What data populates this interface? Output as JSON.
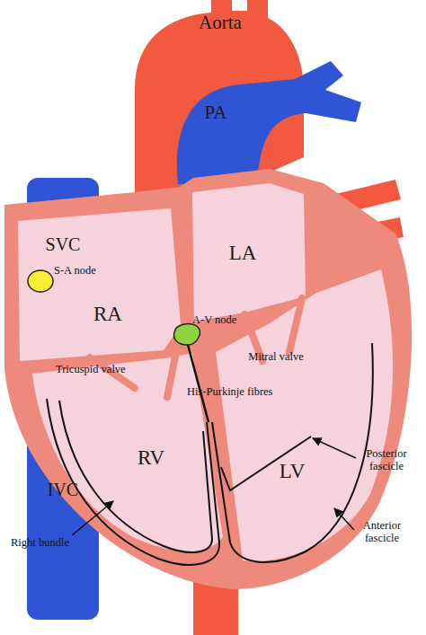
{
  "diagram": {
    "nodes": [
      {
        "text": [
          "Aorta"
        ]
      },
      {
        "text": [
          "PA"
        ]
      },
      {
        "text": [
          "SVC"
        ]
      },
      {
        "text": [
          "LA"
        ]
      },
      {
        "text": [
          "RA"
        ]
      },
      {
        "text": [
          "RV"
        ]
      },
      {
        "text": [
          "LV"
        ]
      },
      {
        "text": [
          "IVC"
        ]
      }
    ],
    "labels": [
      "S-A node",
      "A-V node",
      "Mitral valve",
      "Tricuspid valve",
      "His-Purkinje fibres",
      "Posterior fascicle",
      "Anterior fascicle",
      "Right bundle"
    ]
  }
}
